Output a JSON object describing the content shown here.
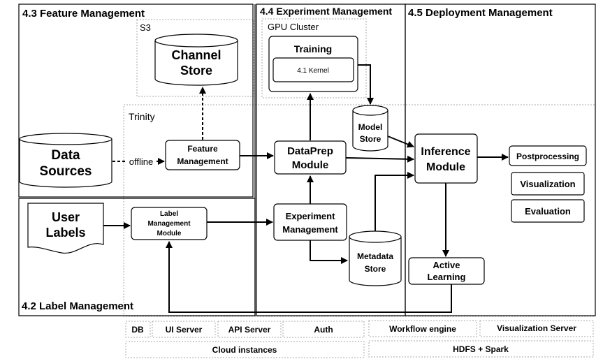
{
  "sections": {
    "feature": "4.3 Feature Management",
    "experiment": "4.4 Experiment Management",
    "deployment": "4.5 Deployment Management",
    "label": "4.2 Label Management"
  },
  "groups": {
    "s3": "S3",
    "gpu_cluster": "GPU Cluster",
    "trinity": "Trinity"
  },
  "nodes": {
    "channel_store": [
      "Channel",
      "Store"
    ],
    "training": "Training",
    "kernel": "4.1 Kernel",
    "model_store": [
      "Model",
      "Store"
    ],
    "data_sources": [
      "Data",
      "Sources"
    ],
    "feature_mgmt": [
      "Feature",
      "Management"
    ],
    "dataprep": [
      "DataPrep",
      "Module"
    ],
    "inference": [
      "Inference",
      "Module"
    ],
    "postprocessing": "Postprocessing",
    "visualization": "Visualization",
    "evaluation": "Evaluation",
    "user_labels": [
      "User",
      "Labels"
    ],
    "label_module": [
      "Label",
      "Management",
      "Module"
    ],
    "experiment_mgmt": [
      "Experiment",
      "Management"
    ],
    "metadata_store": [
      "Metadata",
      "Store"
    ],
    "active_learning": [
      "Active",
      "Learning"
    ]
  },
  "edge_labels": {
    "offline": "offline"
  },
  "infra": {
    "db": "DB",
    "ui_server": "UI Server",
    "api_server": "API Server",
    "auth": "Auth",
    "workflow_engine": "Workflow engine",
    "visualization_server": "Visualization Server",
    "cloud_instances": "Cloud instances",
    "hdfs_spark": "HDFS + Spark"
  }
}
